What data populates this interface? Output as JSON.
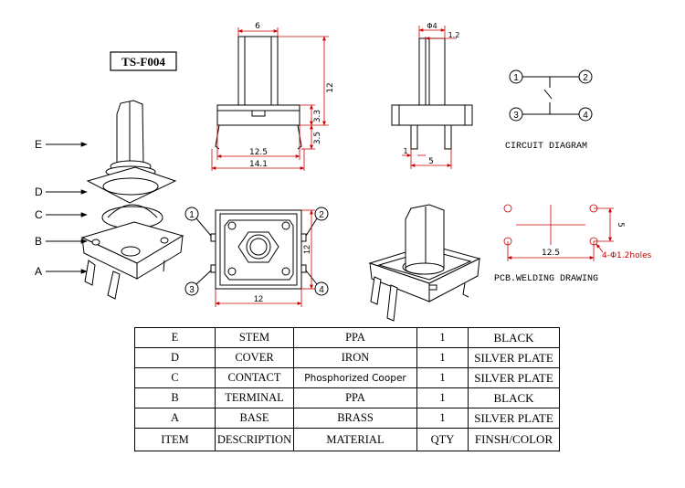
{
  "part_number": "TS-F004",
  "labels": {
    "parts": [
      "E",
      "D",
      "C",
      "B",
      "A"
    ],
    "circuit_diagram": "CIRCUIT DIAGRAM",
    "pcb_drawing": "PCB.WELDING DRAWING",
    "holes": "4-Φ1.2holes",
    "pins": [
      "1",
      "2",
      "3",
      "4"
    ]
  },
  "dimensions": {
    "stem_width": "6",
    "total_height": "12",
    "body_height": "3.3",
    "terminal_height": "3.5",
    "body_width": "12.5",
    "terminal_span": "14.1",
    "stem_diameter": "Φ4",
    "stem_flat": "1.2",
    "terminal_thickness": "1",
    "pin_pitch": "5",
    "top_width": "12",
    "top_height": "12",
    "pcb_x": "12.5",
    "pcb_y": "5"
  },
  "table": {
    "rows": [
      {
        "item": "E",
        "description": "STEM",
        "material": "PPA",
        "qty": "1",
        "finish": "BLACK"
      },
      {
        "item": "D",
        "description": "COVER",
        "material": "IRON",
        "qty": "1",
        "finish": "SILVER PLATE"
      },
      {
        "item": "C",
        "description": "CONTACT",
        "material": "Phosphorized Cooper",
        "qty": "1",
        "finish": "SILVER PLATE"
      },
      {
        "item": "B",
        "description": "TERMINAL",
        "material": "PPA",
        "qty": "1",
        "finish": "BLACK"
      },
      {
        "item": "A",
        "description": "BASE",
        "material": "BRASS",
        "qty": "1",
        "finish": "SILVER PLATE"
      }
    ],
    "header": {
      "item": "ITEM",
      "description": "DESCRIPTION",
      "material": "MATERIAL",
      "qty": "QTY",
      "finish": "FINSH/COLOR"
    }
  },
  "colors": {
    "line": "#000000",
    "dimension": "#cc0000"
  }
}
